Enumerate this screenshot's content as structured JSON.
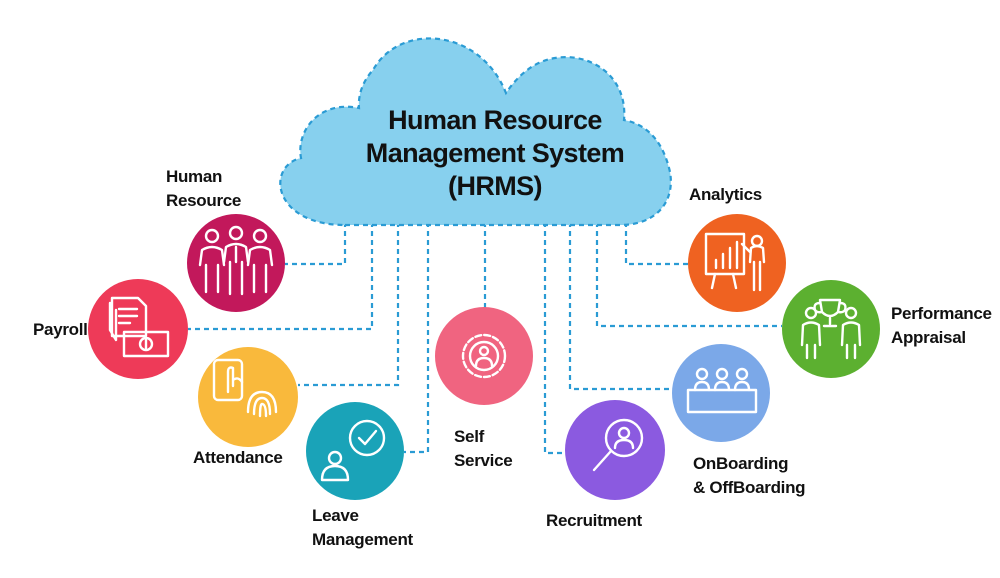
{
  "center": {
    "title_lines": [
      "Human Resource",
      "Management System",
      "(HRMS)"
    ],
    "cloud_color": "#87d0ee",
    "border_color": "#2a9bd4",
    "connector_color": "#2a9bd4"
  },
  "modules": [
    {
      "id": "human-resource",
      "label_lines": [
        "Human",
        "Resource"
      ],
      "color": "#c2185b",
      "icon": "people-group-icon"
    },
    {
      "id": "payroll",
      "label_lines": [
        "Payroll"
      ],
      "color": "#ee3a58",
      "icon": "payroll-document-icon"
    },
    {
      "id": "attendance",
      "label_lines": [
        "Attendance"
      ],
      "color": "#f9b93c",
      "icon": "fingerprint-touch-icon"
    },
    {
      "id": "leave-management",
      "label_lines": [
        "Leave",
        "Management"
      ],
      "color": "#1aa3b8",
      "icon": "user-check-icon"
    },
    {
      "id": "self-service",
      "label_lines": [
        "Self",
        "Service"
      ],
      "color": "#f06480",
      "icon": "gear-person-icon"
    },
    {
      "id": "recruitment",
      "label_lines": [
        "Recruitment"
      ],
      "color": "#8b5ae0",
      "icon": "magnifier-person-icon"
    },
    {
      "id": "onboarding",
      "label_lines": [
        "OnBoarding",
        "& OffBoarding"
      ],
      "color": "#7ba8e8",
      "icon": "meeting-table-icon"
    },
    {
      "id": "performance-appraisal",
      "label_lines": [
        "Performance",
        "Appraisal"
      ],
      "color": "#5cb030",
      "icon": "trophy-people-icon"
    },
    {
      "id": "analytics",
      "label_lines": [
        "Analytics"
      ],
      "color": "#ef6221",
      "icon": "presentation-chart-icon"
    }
  ]
}
